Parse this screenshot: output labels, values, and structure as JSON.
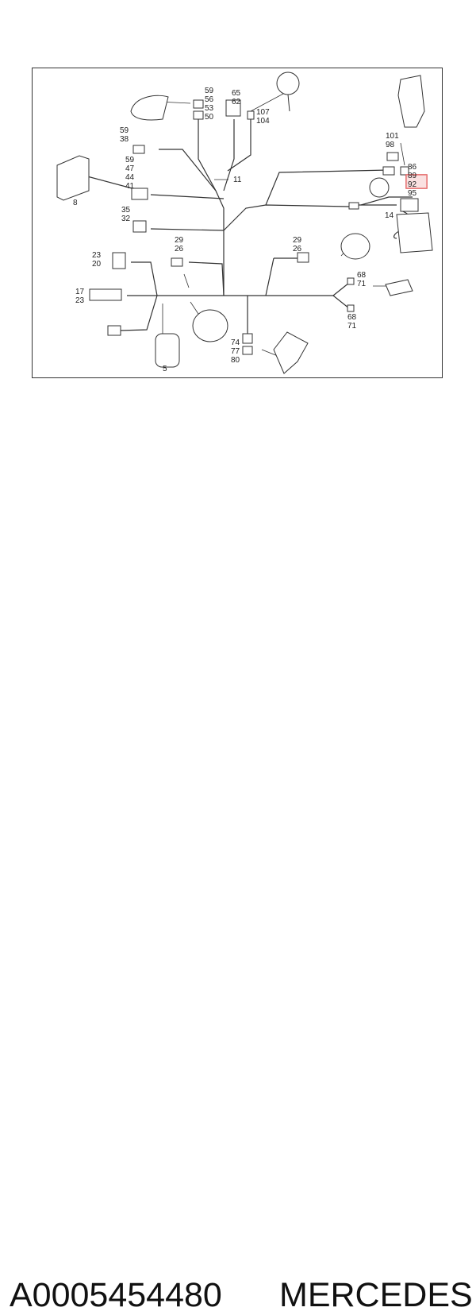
{
  "diagram": {
    "callouts": {
      "c_59_56_53_50": [
        "59",
        "56",
        "53",
        "50"
      ],
      "c_65_62": [
        "65",
        "62"
      ],
      "c_107_104": [
        "107",
        "104"
      ],
      "c_101_98": [
        "101",
        "98"
      ],
      "c_86_89_92_95": [
        "86",
        "89",
        "92",
        "95"
      ],
      "c_59_38": [
        "59",
        "38"
      ],
      "c_59_47_44_41": [
        "59",
        "47",
        "44",
        "41"
      ],
      "c_8": [
        "8"
      ],
      "c_11": [
        "11"
      ],
      "c_14": [
        "14"
      ],
      "c_35_32": [
        "35",
        "32"
      ],
      "c_29_26_left": [
        "29",
        "26"
      ],
      "c_29_26_right": [
        "29",
        "26"
      ],
      "c_23_20": [
        "23",
        "20"
      ],
      "c_68_71_top": [
        "68",
        "71"
      ],
      "c_68_71_bottom": [
        "68",
        "71"
      ],
      "c_17_23": [
        "17",
        "23"
      ],
      "c_74_77_80": [
        "74",
        "77",
        "80"
      ],
      "c_5": [
        "5"
      ]
    },
    "highlighted_callout": "92",
    "highlight_color": "#e05050"
  },
  "footer": {
    "part_number": "A0005454480",
    "brand": "MERCEDES"
  }
}
